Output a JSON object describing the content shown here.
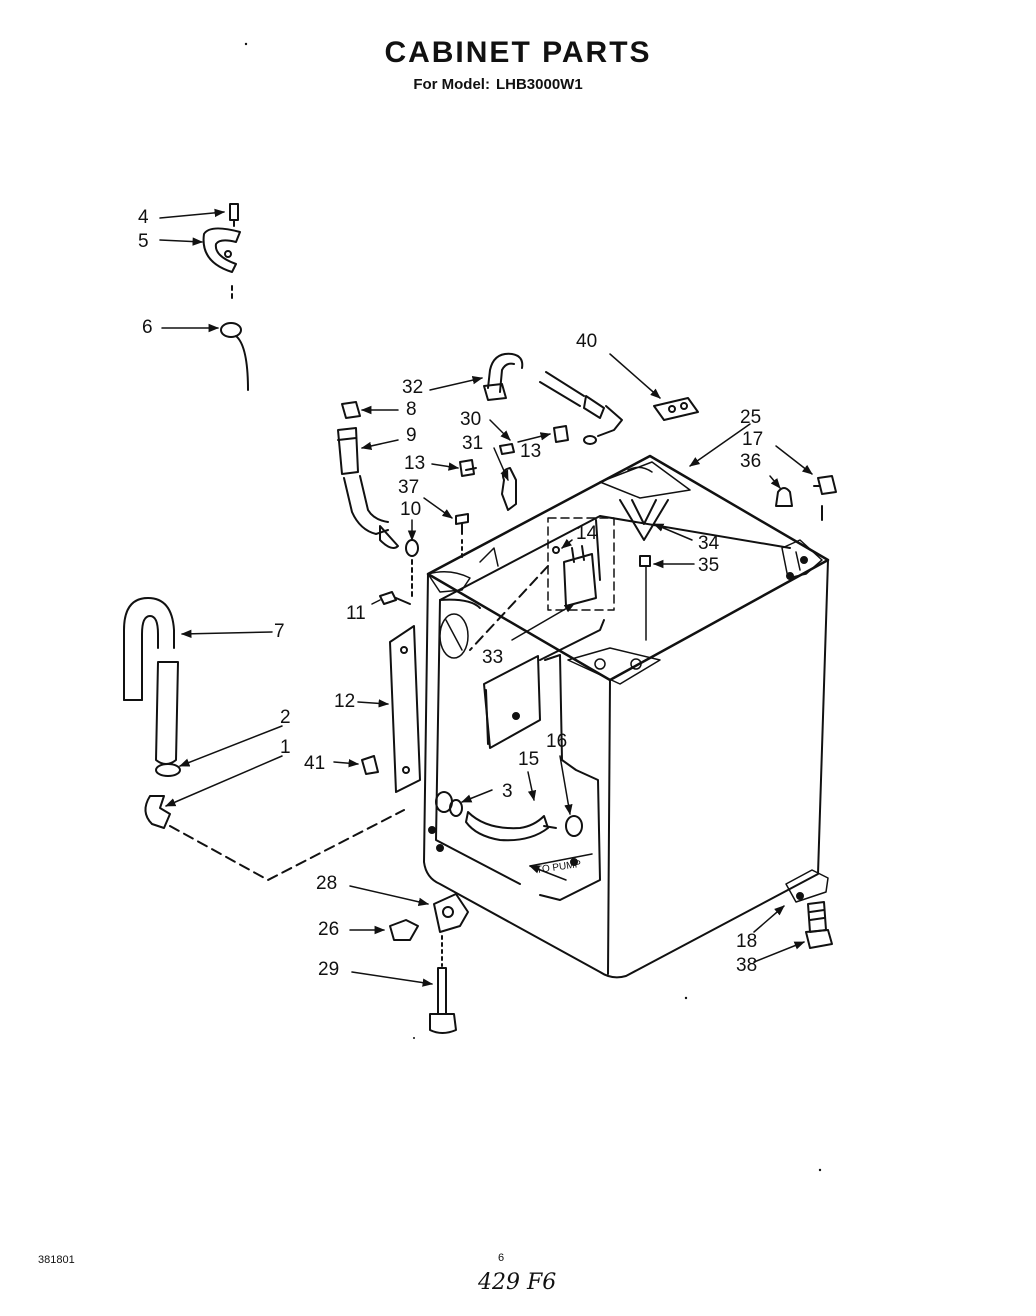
{
  "header": {
    "title": "CABINET PARTS",
    "model_label": "For Model:",
    "model_number": "LHB3000W1"
  },
  "annotation": {
    "to_pump": "TO PUMP"
  },
  "callouts": {
    "c1": "1",
    "c2": "2",
    "c3": "3",
    "c4": "4",
    "c5": "5",
    "c6": "6",
    "c7": "7",
    "c8": "8",
    "c9": "9",
    "c10": "10",
    "c11": "11",
    "c12": "12",
    "c13a": "13",
    "c13b": "13",
    "c14": "14",
    "c15": "15",
    "c16": "16",
    "c17": "17",
    "c18": "18",
    "c25": "25",
    "c26": "26",
    "c28": "28",
    "c29": "29",
    "c30": "30",
    "c31": "31",
    "c32": "32",
    "c33": "33",
    "c34": "34",
    "c35": "35",
    "c36": "36",
    "c37": "37",
    "c38": "38",
    "c40": "40",
    "c41": "41"
  },
  "footer": {
    "doc_code": "381801",
    "page_number": "6",
    "handwritten_note": "429 F6"
  }
}
